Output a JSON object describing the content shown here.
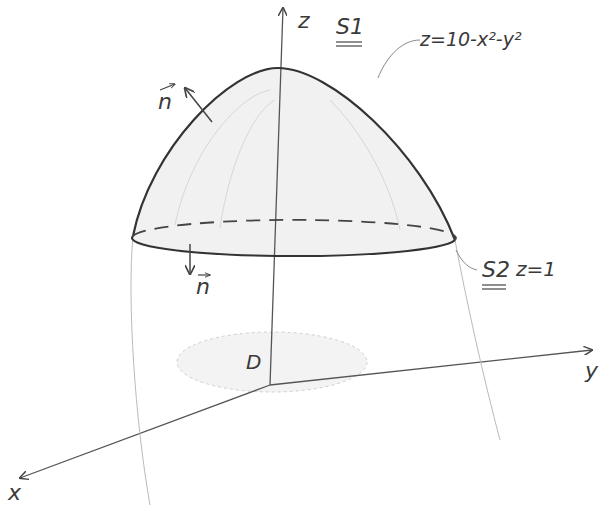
{
  "diagram": {
    "labels": [
      "z",
      "S1",
      "z=10-x²-y²",
      "S2",
      "z=1",
      "n",
      "n",
      "D",
      "x",
      "y"
    ]
  }
}
